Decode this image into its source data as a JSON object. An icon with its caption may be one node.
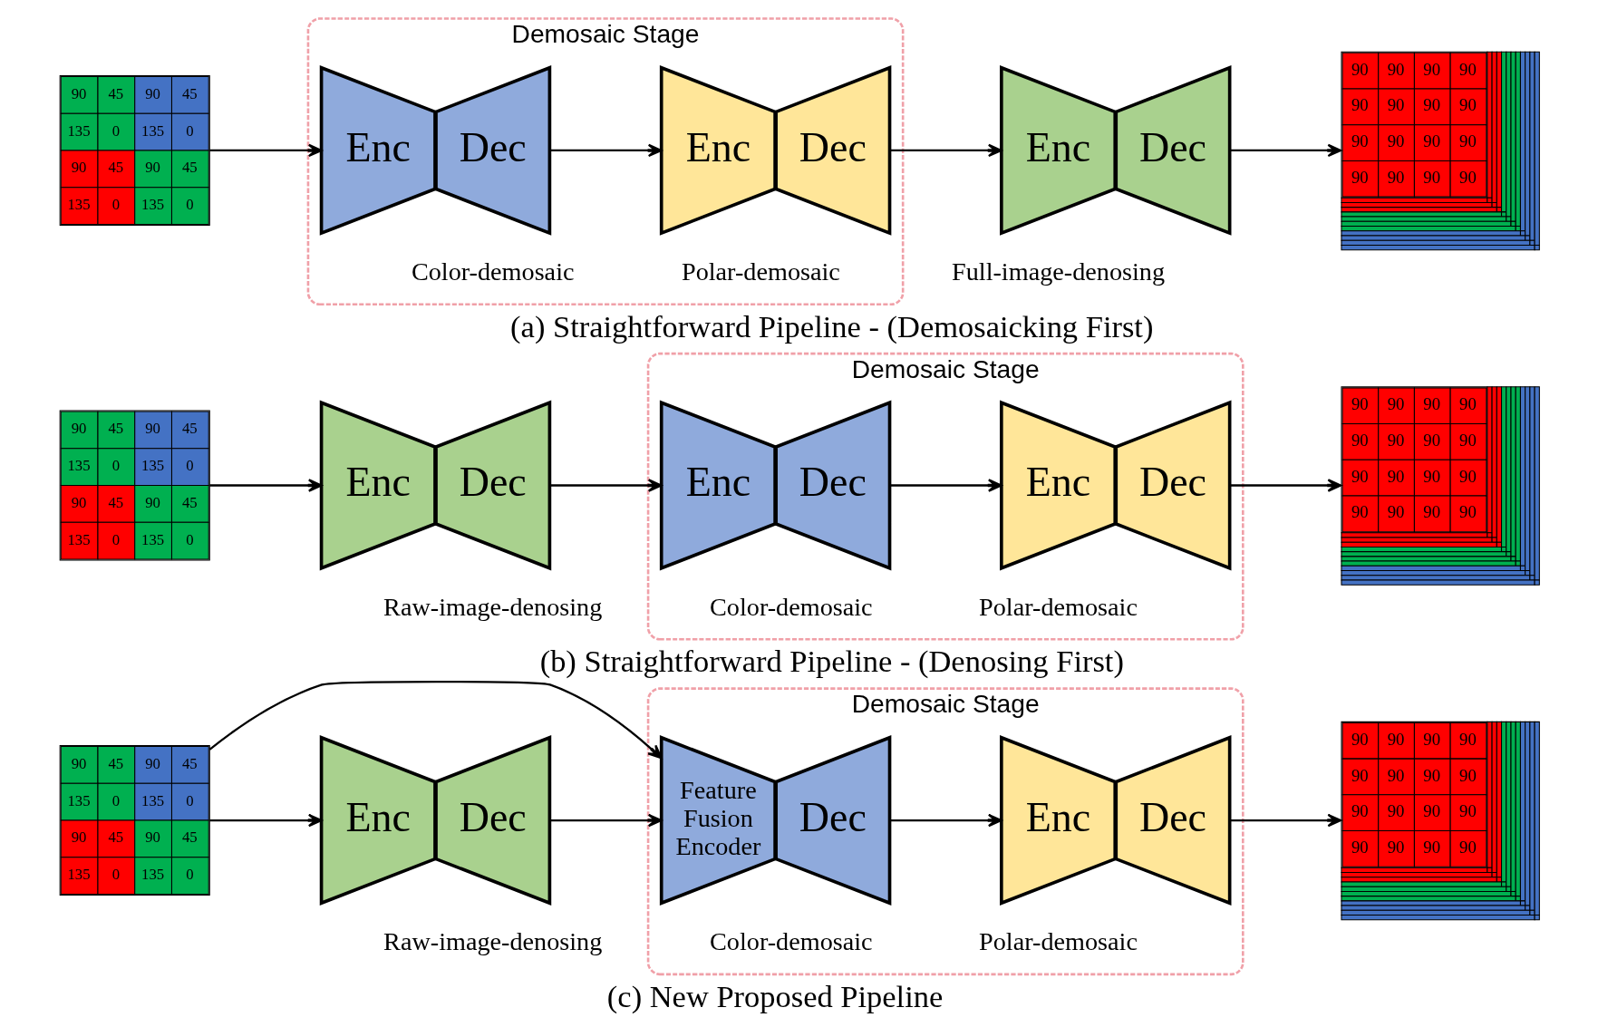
{
  "diagram": {
    "nodes": [
      {
        "text": [
          "90",
          "45",
          "90",
          "45",
          "135",
          "0",
          "135",
          "0",
          "90",
          "45",
          "90",
          "45",
          "135",
          "0",
          "135",
          "0"
        ]
      },
      {
        "text": [
          "Demosaic Stage"
        ]
      },
      {
        "text": [
          "Enc"
        ],
        "in": 1
      },
      {
        "text": [
          "Dec"
        ],
        "in": 1
      },
      {
        "text": [
          "Enc"
        ],
        "in": 1
      },
      {
        "text": [
          "Dec"
        ],
        "in": 1
      },
      {
        "text": [
          "Enc"
        ]
      },
      {
        "text": [
          "Dec"
        ]
      },
      {
        "text": [
          "90",
          "90",
          "90",
          "90",
          "90",
          "90",
          "90",
          "90",
          "90",
          "90",
          "90",
          "90",
          "90",
          "90",
          "90",
          "90"
        ]
      },
      {
        "text": [
          "90",
          "45",
          "90",
          "45",
          "135",
          "0",
          "135",
          "0",
          "90",
          "45",
          "90",
          "45",
          "135",
          "0",
          "135",
          "0"
        ]
      },
      {
        "text": [
          "Enc"
        ]
      },
      {
        "text": [
          "Dec"
        ]
      },
      {
        "text": [
          "Demosaic Stage"
        ]
      },
      {
        "text": [
          "Enc"
        ],
        "in": 12
      },
      {
        "text": [
          "Dec"
        ],
        "in": 12
      },
      {
        "text": [
          "Enc"
        ],
        "in": 12
      },
      {
        "text": [
          "Dec"
        ],
        "in": 12
      },
      {
        "text": [
          "90",
          "90",
          "90",
          "90",
          "90",
          "90",
          "90",
          "90",
          "90",
          "90",
          "90",
          "90",
          "90",
          "90",
          "90",
          "90"
        ]
      },
      {
        "text": [
          "90",
          "45",
          "90",
          "45",
          "135",
          "0",
          "135",
          "0",
          "90",
          "45",
          "90",
          "45",
          "135",
          "0",
          "135",
          "0"
        ]
      },
      {
        "text": [
          "Enc"
        ]
      },
      {
        "text": [
          "Dec"
        ]
      },
      {
        "text": [
          "Demosaic Stage"
        ]
      },
      {
        "text": [
          "Feature Fusion Encoder"
        ],
        "in": 21
      },
      {
        "text": [
          "Dec"
        ],
        "in": 21
      },
      {
        "text": [
          "Enc"
        ],
        "in": 21
      },
      {
        "text": [
          "Dec"
        ],
        "in": 21
      },
      {
        "text": [
          "90",
          "90",
          "90",
          "90",
          "90",
          "90",
          "90",
          "90",
          "90",
          "90",
          "90",
          "90",
          "90",
          "90",
          "90",
          "90"
        ]
      }
    ],
    "edges": [
      {
        "from": 0,
        "to": 2,
        "arrow": "to"
      },
      {
        "from": 3,
        "to": 4,
        "arrow": "to"
      },
      {
        "from": 5,
        "to": 6,
        "arrow": "to"
      },
      {
        "from": 7,
        "to": 8,
        "arrow": "to"
      },
      {
        "from": 9,
        "to": 10,
        "arrow": "to"
      },
      {
        "from": 11,
        "to": 13,
        "arrow": "to"
      },
      {
        "from": 14,
        "to": 15,
        "arrow": "to"
      },
      {
        "from": 16,
        "to": 17,
        "arrow": "to"
      },
      {
        "from": 18,
        "to": 22,
        "arrow": "to"
      },
      {
        "from": 18,
        "to": 19,
        "arrow": "to"
      },
      {
        "from": 20,
        "to": 22,
        "arrow": "to"
      },
      {
        "from": 23,
        "to": 24,
        "arrow": "to"
      },
      {
        "from": 25,
        "to": 26,
        "arrow": "to"
      }
    ],
    "labels": [
      "Color-demosaic",
      "Polar-demosaic",
      "Full-image-denosing",
      "(a) Straightforward Pipeline - (Demosaicking First)",
      "Raw-image-denosing",
      "Color-demosaic",
      "Polar-demosaic",
      "(b) Straightforward Pipeline - (Denosing First)",
      "Raw-image-denosing",
      "Color-demosaic",
      "Polar-demosaic",
      "(c) New Proposed Pipeline"
    ]
  }
}
